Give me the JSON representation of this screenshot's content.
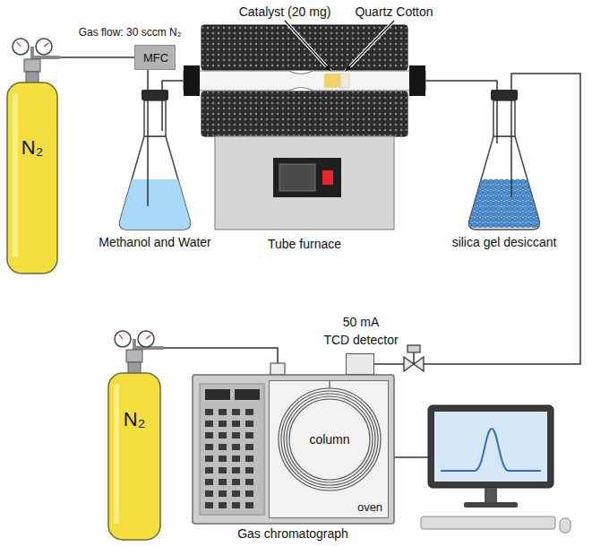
{
  "diagram": {
    "nodes": [
      {
        "text": [
          "N₂"
        ]
      },
      {
        "text": [
          "MFC"
        ]
      },
      {
        "text": [
          "Methanol and Water"
        ]
      },
      {
        "text": [
          "Tube furnace"
        ]
      },
      {
        "text": [
          "silica gel desiccant"
        ]
      },
      {
        "text": [
          "50 mA",
          "TCD detector"
        ]
      },
      {
        "text": [
          "Gas chromatograph"
        ]
      },
      {
        "text": [
          "oven"
        ],
        "in": 6
      },
      {
        "text": [
          "column"
        ],
        "in": 7
      },
      {
        "text": [
          "N₂"
        ]
      }
    ],
    "edges": [
      {
        "from": 0,
        "to": 1,
        "arrow": "none"
      },
      {
        "from": 1,
        "to": 2,
        "arrow": "none"
      },
      {
        "from": 2,
        "to": 3,
        "arrow": "none"
      },
      {
        "from": 3,
        "to": 4,
        "arrow": "none"
      },
      {
        "from": 4,
        "to": 5,
        "arrow": "none"
      },
      {
        "from": 9,
        "to": 6,
        "arrow": "none"
      }
    ],
    "labels": [
      "Gas flow: 30 sccm N₂",
      "Catalyst (20 mg)",
      "Quartz Cotton"
    ]
  }
}
